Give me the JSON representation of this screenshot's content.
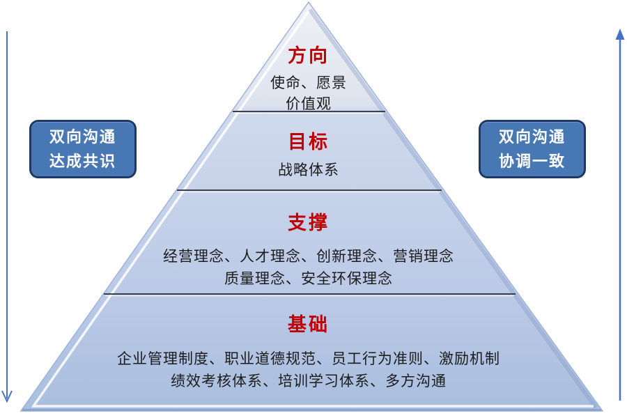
{
  "pyramid": {
    "levels": [
      {
        "title": "方向",
        "lines": [
          "使命、愿景",
          "价值观"
        ]
      },
      {
        "title": "目标",
        "lines": [
          "战略体系"
        ]
      },
      {
        "title": "支撑",
        "lines": [
          "经营理念、人才理念、创新理念、营销理念",
          "质量理念、安全环保理念"
        ]
      },
      {
        "title": "基础",
        "lines": [
          "企业管理制度、职业道德规范、员工行为准则、激励机制",
          "绩效考核体系、培训学习体系、多方沟通"
        ]
      }
    ]
  },
  "side_labels": {
    "left": {
      "line1": "双向沟通",
      "line2": "达成共识"
    },
    "right": {
      "line1": "双向沟通",
      "line2": "协调一致"
    }
  },
  "colors": {
    "heading_red": "#c00000",
    "pyramid_top": "#eef0f4",
    "pyramid_bottom": "#a9bede",
    "label_fill": "#4878b4",
    "label_border": "#1f3864",
    "arrow_blue": "#4472c4",
    "divider_dark": "#3a3f4e"
  }
}
